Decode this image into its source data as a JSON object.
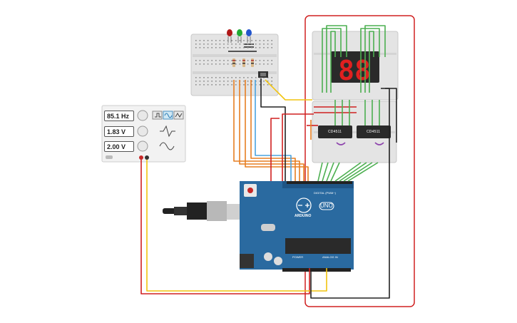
{
  "function_generator": {
    "frequency": "85.1 Hz",
    "amplitude": "1.83 V",
    "offset": "2.00 V"
  },
  "chips": {
    "left_label": "CD4511",
    "right_label": "CD4511"
  },
  "seven_segment": {
    "digits": "88",
    "color": "#e02020"
  },
  "arduino": {
    "board_name": "UNO",
    "brand": "ARDUINO",
    "digital_label": "DIGITAL (PWM~)",
    "power_label": "POWER",
    "analog_label": "ANALOG IN",
    "board_color": "#2a6aa0"
  },
  "leds": [
    "red",
    "green",
    "blue"
  ]
}
